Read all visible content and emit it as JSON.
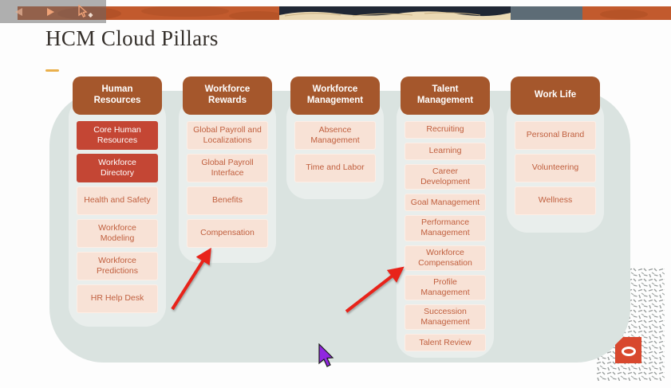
{
  "slide": {
    "title": "HCM Cloud Pillars",
    "pillars": [
      {
        "header": "Human Resources",
        "items": [
          {
            "label": "Core Human Resources",
            "highlighted": true
          },
          {
            "label": "Workforce Directory",
            "highlighted": true
          },
          {
            "label": "Health and Safety",
            "highlighted": false
          },
          {
            "label": "Workforce Modeling",
            "highlighted": false
          },
          {
            "label": "Workforce Predictions",
            "highlighted": false
          },
          {
            "label": "HR Help Desk",
            "highlighted": false
          }
        ]
      },
      {
        "header": "Workforce Rewards",
        "items": [
          {
            "label": "Global Payroll and Localizations",
            "highlighted": false
          },
          {
            "label": "Global Payroll Interface",
            "highlighted": false
          },
          {
            "label": "Benefits",
            "highlighted": false
          },
          {
            "label": "Compensation",
            "highlighted": false
          }
        ]
      },
      {
        "header": "Workforce Management",
        "items": [
          {
            "label": "Absence Management",
            "highlighted": false
          },
          {
            "label": "Time and Labor",
            "highlighted": false
          }
        ]
      },
      {
        "header": "Talent Management",
        "items": [
          {
            "label": "Recruiting",
            "highlighted": false
          },
          {
            "label": "Learning",
            "highlighted": false
          },
          {
            "label": "Career Development",
            "highlighted": false
          },
          {
            "label": "Goal Management",
            "highlighted": false
          },
          {
            "label": "Performance Management",
            "highlighted": false
          },
          {
            "label": "Workforce Compensation",
            "highlighted": false
          },
          {
            "label": "Profile Management",
            "highlighted": false
          },
          {
            "label": "Succession Management",
            "highlighted": false
          },
          {
            "label": "Talent Review",
            "highlighted": false
          }
        ]
      },
      {
        "header": "Work Life",
        "items": [
          {
            "label": "Personal Brand",
            "highlighted": false
          },
          {
            "label": "Volunteering",
            "highlighted": false
          },
          {
            "label": "Wellness",
            "highlighted": false
          }
        ]
      }
    ],
    "annotations": {
      "arrow_1_points_to": "Compensation",
      "arrow_2_points_to": "Workforce Compensation",
      "arrow_color": "#e8231a"
    },
    "toolbar_icons": [
      "previous-slide-icon",
      "next-slide-icon",
      "pointer-move-icon"
    ],
    "logo": "oracle",
    "colors": {
      "header_brown": "#a5572c",
      "highlight_red": "#c44634",
      "item_peach": "#f8e2d6",
      "item_text": "#c05f3e",
      "panel_sage": "#dae3e0",
      "pill_light": "#e9eeec",
      "title_dash_gold": "#eab04c",
      "oracle_red": "#d8482e",
      "cursor_purple": "#9026e0"
    }
  }
}
